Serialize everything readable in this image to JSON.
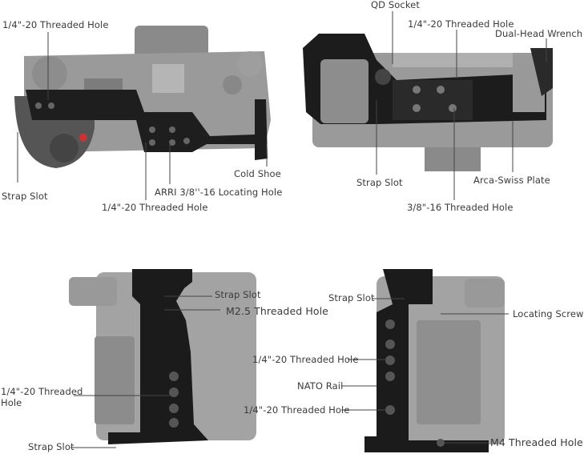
{
  "labels": {
    "top_view": {
      "threaded_hole_top": "1/4\"-20 Threaded Hole",
      "strap_slot": "Strap Slot",
      "cold_shoe": "Cold Shoe",
      "arri_locating_hole": "ARRI 3/8''-16 Locating Hole",
      "threaded_hole_bottom": "1/4\"-20 Threaded Hole"
    },
    "bottom_view": {
      "qd_socket": "QD Socket",
      "threaded_hole": "1/4\"-20 Threaded Hole",
      "dual_head_wrench": "Dual-Head Wrench",
      "strap_slot": "Strap Slot",
      "arca_swiss_plate": "Arca-Swiss Plate",
      "threaded_hole_38": "3/8\"-16 Threaded Hole"
    },
    "left_side_view": {
      "strap_slot_top": "Strap Slot",
      "m25_threaded_hole": "M2.5 Threaded Hole",
      "threaded_hole": "1/4\"-20 Threaded Hole",
      "strap_slot_bottom": "Strap Slot"
    },
    "right_side_view": {
      "strap_slot": "Strap Slot",
      "locating_screw": "Locating Screw",
      "threaded_hole_top": "1/4\"-20 Threaded Hole",
      "nato_rail": "NATO Rail",
      "threaded_hole_bottom": "1/4\"-20 Threaded Hole",
      "m4_threaded_hole": "M4 Threaded Hole"
    }
  }
}
